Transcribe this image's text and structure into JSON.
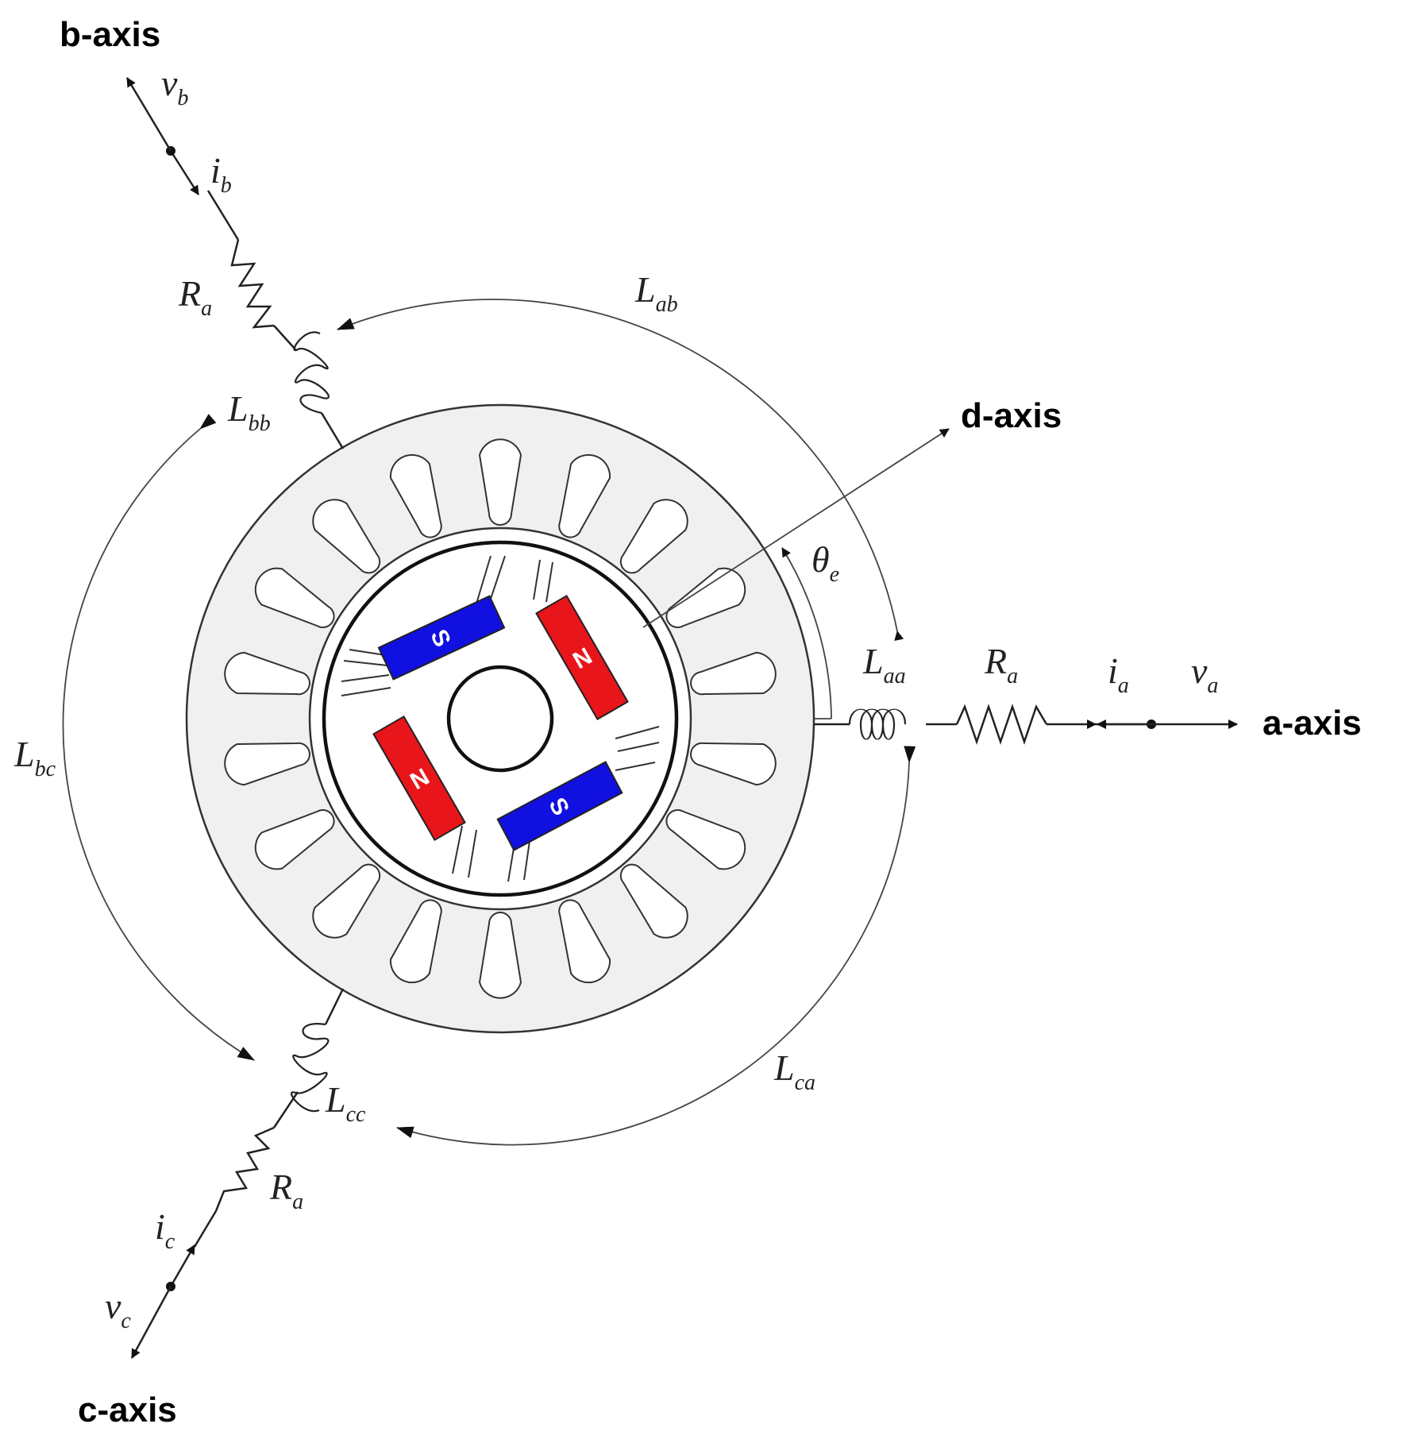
{
  "axes": {
    "a": "a-axis",
    "b": "b-axis",
    "c": "c-axis",
    "d": "d-axis"
  },
  "symbols": {
    "v_a": {
      "base": "v",
      "sub": "a"
    },
    "v_b": {
      "base": "v",
      "sub": "b"
    },
    "v_c": {
      "base": "v",
      "sub": "c"
    },
    "i_a": {
      "base": "i",
      "sub": "a"
    },
    "i_b": {
      "base": "i",
      "sub": "b"
    },
    "i_c": {
      "base": "i",
      "sub": "c"
    },
    "R_a_phase_a": {
      "base": "R",
      "sub": "a"
    },
    "R_a_phase_b": {
      "base": "R",
      "sub": "a"
    },
    "R_a_phase_c": {
      "base": "R",
      "sub": "a"
    },
    "L_aa": {
      "base": "L",
      "sub": "aa"
    },
    "L_bb": {
      "base": "L",
      "sub": "bb"
    },
    "L_cc": {
      "base": "L",
      "sub": "cc"
    },
    "L_ab": {
      "base": "L",
      "sub": "ab"
    },
    "L_bc": {
      "base": "L",
      "sub": "bc"
    },
    "L_ca": {
      "base": "L",
      "sub": "ca"
    },
    "theta_e": {
      "base": "θ",
      "sub": "e"
    }
  },
  "magnets": {
    "upper_left": "S",
    "upper_right": "N",
    "lower_left": "N",
    "lower_right": "S"
  },
  "colors": {
    "stator": "#f0f0f0",
    "magnet_north": "#e8151b",
    "magnet_south": "#1010e0",
    "ink": "#222222"
  },
  "stator_slot_count": 18
}
